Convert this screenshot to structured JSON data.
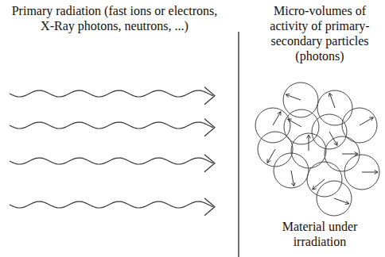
{
  "diagram": {
    "labels": [
      "Primary radiation (fast ions or electrons, X-Ray photons, neutrons, ...)",
      "Micro-volumes of activity of primary-secondary particles (photons)",
      "Material under irradiation"
    ]
  }
}
